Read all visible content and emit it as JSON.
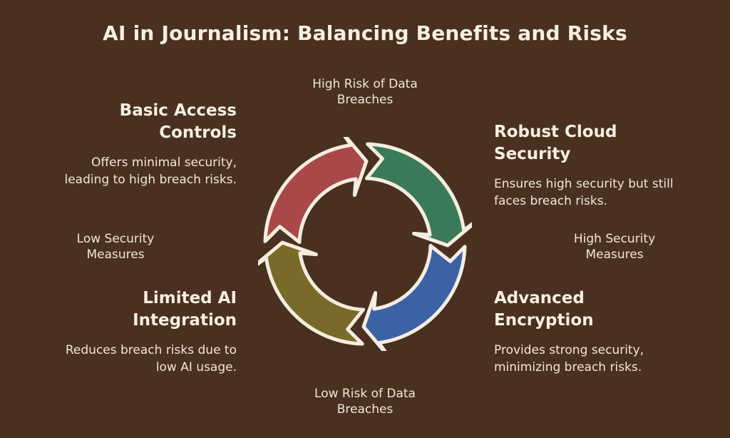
{
  "title": "AI in Journalism: Balancing Benefits and Risks",
  "axes": {
    "top": "High Risk of Data Breaches",
    "bottom": "Low Risk of Data Breaches",
    "left": "Low Security Measures",
    "right": "High Security Measures"
  },
  "quadrants": {
    "top_left": {
      "heading": "Basic Access Controls",
      "description": "Offers minimal security, leading to high breach risks.",
      "color": "#a84848"
    },
    "top_right": {
      "heading": "Robust Cloud Security",
      "description": "Ensures high security but still faces breach risks.",
      "color": "#3a7a58"
    },
    "bottom_left": {
      "heading": "Limited AI Integration",
      "description": "Reduces breach risks due to low AI usage.",
      "color": "#7a6a2a"
    },
    "bottom_right": {
      "heading": "Advanced Encryption",
      "description": "Provides strong security, minimizing breach risks.",
      "color": "#3c62a6"
    }
  }
}
